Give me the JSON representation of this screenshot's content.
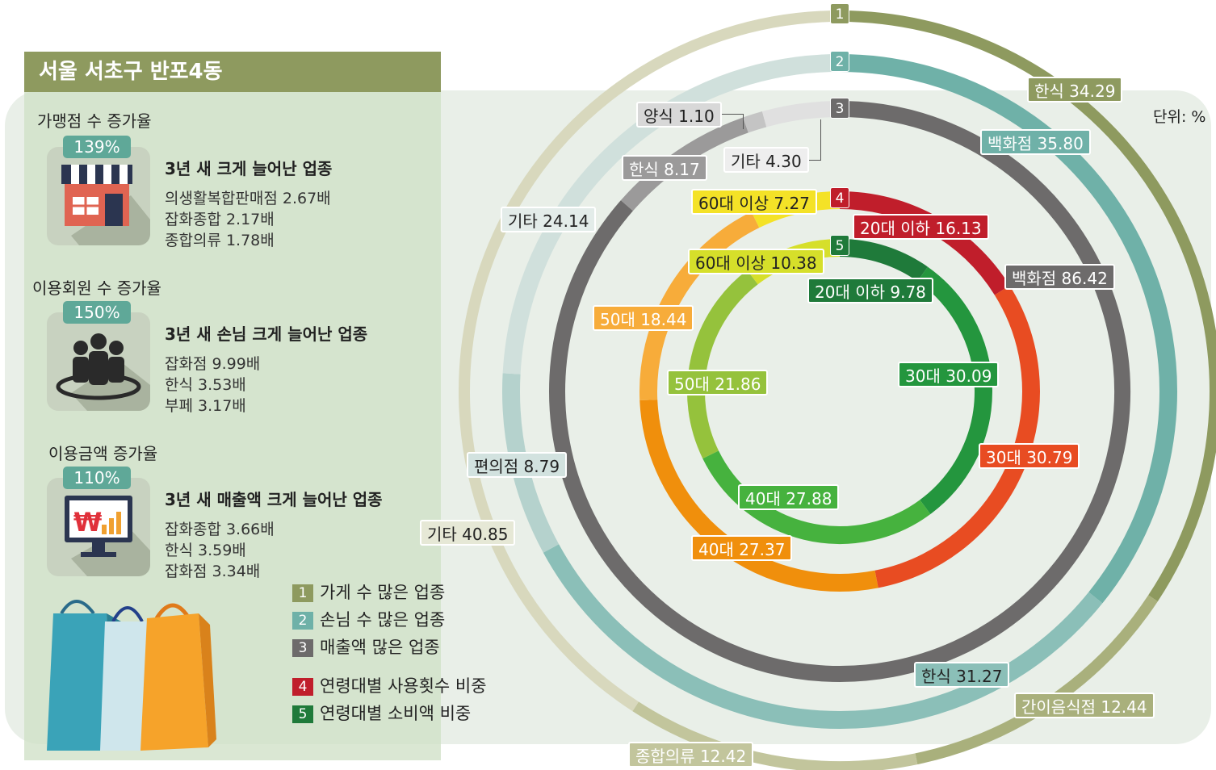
{
  "title": "서울 서초구 반포4동",
  "unit": "단위: %",
  "sections": [
    {
      "label": "가맹점 수 증가율",
      "badge": "139%",
      "icon": "storefront-icon",
      "heading": "3년 새 크게 늘어난 업종",
      "lines": [
        "의생활복합판매점 2.67배",
        "잡화종합 2.17배",
        "종합의류 1.78배"
      ]
    },
    {
      "label": "이용회원 수 증가율",
      "badge": "150%",
      "icon": "people-group-icon",
      "heading": "3년 새 손님 크게 늘어난 업종",
      "lines": [
        "잡화점 9.99배",
        "한식 3.53배",
        "부페 3.17배"
      ]
    },
    {
      "label": "이용금액 증가율",
      "badge": "110%",
      "icon": "won-monitor-icon",
      "heading": "3년 새 매출액 크게 늘어난 업종",
      "lines": [
        "잡화종합 3.66배",
        "한식 3.59배",
        "잡화점 3.34배"
      ]
    }
  ],
  "legend": [
    {
      "num": "1",
      "label": "가게 수 많은 업종",
      "color": "#8e9a5f"
    },
    {
      "num": "2",
      "label": "손님 수 많은 업종",
      "color": "#6fb1a8"
    },
    {
      "num": "3",
      "label": "매출액 많은 업종",
      "color": "#6d6b6b"
    },
    {
      "num": "4",
      "label": "연령대별 사용횟수 비중",
      "color": "#c01e2b"
    },
    {
      "num": "5",
      "label": "연령대별 소비액 비중",
      "color": "#1f7a3a"
    }
  ],
  "chart_data": {
    "type": "pie",
    "rings": [
      {
        "ring": "1",
        "name": "가게 수 많은 업종",
        "slices": [
          {
            "label": "한식",
            "value": 34.29,
            "color": "#8e9a5f"
          },
          {
            "label": "간이음식점",
            "value": 12.44,
            "color": "#a9b07c"
          },
          {
            "label": "종합의류",
            "value": 12.42,
            "color": "#c2c59c"
          },
          {
            "label": "기타",
            "value": 40.85,
            "color": "#d8d8bd"
          }
        ]
      },
      {
        "ring": "2",
        "name": "손님 수 많은 업종",
        "slices": [
          {
            "label": "백화점",
            "value": 35.8,
            "color": "#6fb1a8"
          },
          {
            "label": "한식",
            "value": 31.27,
            "color": "#8bbfb8"
          },
          {
            "label": "편의점",
            "value": 8.79,
            "color": "#b5d2cd"
          },
          {
            "label": "기타",
            "value": 24.14,
            "color": "#d0e0dc"
          }
        ]
      },
      {
        "ring": "3",
        "name": "매출액 많은 업종",
        "slices": [
          {
            "label": "백화점",
            "value": 86.42,
            "color": "#6d6b6b"
          },
          {
            "label": "한식",
            "value": 8.17,
            "color": "#9b9a9a"
          },
          {
            "label": "양식",
            "value": 1.1,
            "color": "#c4c4c4"
          },
          {
            "label": "기타",
            "value": 4.3,
            "color": "#e0e0e0"
          }
        ]
      },
      {
        "ring": "4",
        "name": "연령대별 사용횟수 비중",
        "slices": [
          {
            "label": "20대 이하",
            "value": 16.13,
            "color": "#c01e2b"
          },
          {
            "label": "30대",
            "value": 30.79,
            "color": "#e84c22"
          },
          {
            "label": "40대",
            "value": 27.37,
            "color": "#f08f0c"
          },
          {
            "label": "50대",
            "value": 18.44,
            "color": "#f7ac3a"
          },
          {
            "label": "60대 이상",
            "value": 7.27,
            "color": "#f4e227"
          }
        ]
      },
      {
        "ring": "5",
        "name": "연령대별 소비액 비중",
        "slices": [
          {
            "label": "20대 이하",
            "value": 9.78,
            "color": "#1f7a3a"
          },
          {
            "label": "30대",
            "value": 30.09,
            "color": "#24963e"
          },
          {
            "label": "40대",
            "value": 27.88,
            "color": "#46b23e"
          },
          {
            "label": "50대",
            "value": 21.86,
            "color": "#95c23c"
          },
          {
            "label": "60대 이상",
            "value": 10.38,
            "color": "#d6df2a"
          }
        ]
      }
    ],
    "labels": [
      {
        "ring": 0,
        "slice": 0,
        "text": "한식 34.29",
        "bg": "#8e9a5f",
        "fg": "#ffffff"
      },
      {
        "ring": 0,
        "slice": 1,
        "text": "간이음식점 12.44",
        "bg": "#a9b07c",
        "fg": "#ffffff"
      },
      {
        "ring": 0,
        "slice": 2,
        "text": "종합의류 12.42",
        "bg": "#c2c59c",
        "fg": "#ffffff"
      },
      {
        "ring": 0,
        "slice": 3,
        "text": "기타 40.85",
        "bg": "#e6e8d6",
        "fg": "#222222"
      },
      {
        "ring": 1,
        "slice": 0,
        "text": "백화점 35.80",
        "bg": "#6fb1a8",
        "fg": "#ffffff"
      },
      {
        "ring": 1,
        "slice": 1,
        "text": "한식 31.27",
        "bg": "#8bbfb8",
        "fg": "#222222"
      },
      {
        "ring": 1,
        "slice": 2,
        "text": "편의점 8.79",
        "bg": "#d2e2df",
        "fg": "#222222"
      },
      {
        "ring": 1,
        "slice": 3,
        "text": "기타 24.14",
        "bg": "#e3ece9",
        "fg": "#222222"
      },
      {
        "ring": 2,
        "slice": 0,
        "text": "백화점 86.42",
        "bg": "#6d6b6b",
        "fg": "#ffffff"
      },
      {
        "ring": 2,
        "slice": 1,
        "text": "한식 8.17",
        "bg": "#9b9a9a",
        "fg": "#ffffff"
      },
      {
        "ring": 2,
        "slice": 2,
        "text": "양식 1.10",
        "bg": "#d8d8d8",
        "fg": "#222222"
      },
      {
        "ring": 2,
        "slice": 3,
        "text": "기타 4.30",
        "bg": "#eeeeee",
        "fg": "#222222"
      },
      {
        "ring": 3,
        "slice": 0,
        "text": "20대 이하 16.13",
        "bg": "#c01e2b",
        "fg": "#ffffff"
      },
      {
        "ring": 3,
        "slice": 1,
        "text": "30대 30.79",
        "bg": "#e84c22",
        "fg": "#ffffff"
      },
      {
        "ring": 3,
        "slice": 2,
        "text": "40대 27.37",
        "bg": "#f08f0c",
        "fg": "#ffffff"
      },
      {
        "ring": 3,
        "slice": 3,
        "text": "50대 18.44",
        "bg": "#f7ac3a",
        "fg": "#ffffff"
      },
      {
        "ring": 3,
        "slice": 4,
        "text": "60대 이상 7.27",
        "bg": "#f4e227",
        "fg": "#222222"
      },
      {
        "ring": 4,
        "slice": 0,
        "text": "20대 이하 9.78",
        "bg": "#1f7a3a",
        "fg": "#ffffff"
      },
      {
        "ring": 4,
        "slice": 1,
        "text": "30대 30.09",
        "bg": "#24963e",
        "fg": "#ffffff"
      },
      {
        "ring": 4,
        "slice": 2,
        "text": "40대 27.88",
        "bg": "#46b23e",
        "fg": "#ffffff"
      },
      {
        "ring": 4,
        "slice": 3,
        "text": "50대 21.86",
        "bg": "#95c23c",
        "fg": "#ffffff"
      },
      {
        "ring": 4,
        "slice": 4,
        "text": "60대 이상 10.38",
        "bg": "#d6df2a",
        "fg": "#222222"
      }
    ]
  }
}
